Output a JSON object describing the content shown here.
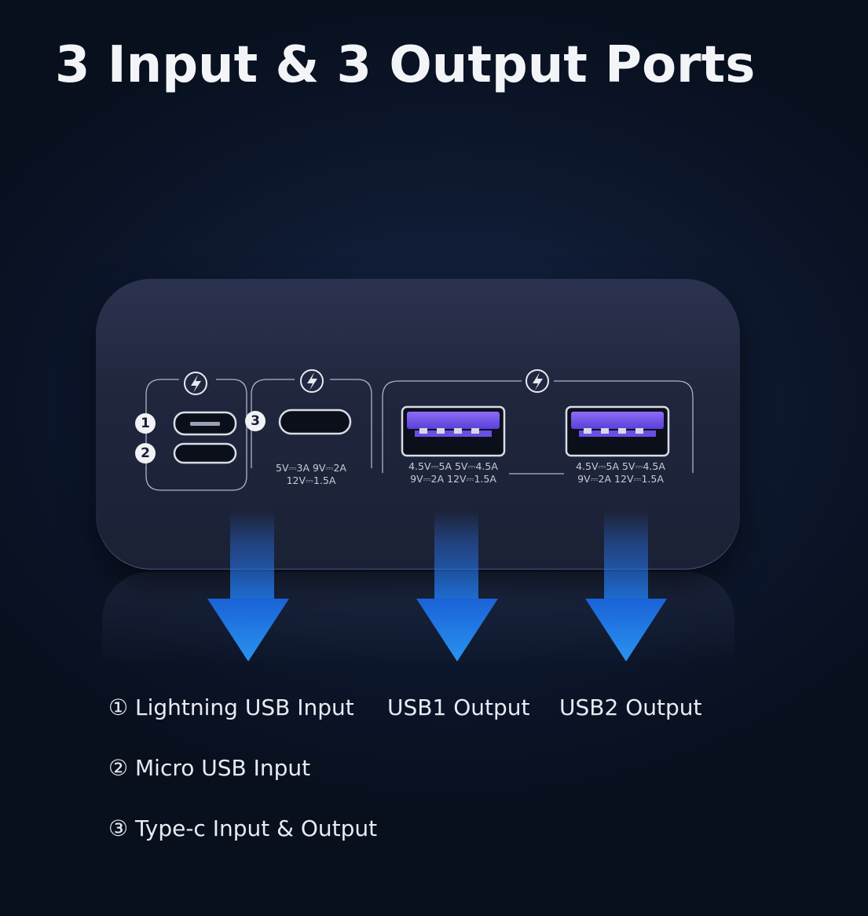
{
  "title": "3 Input & 3 Output Ports",
  "ports": {
    "n1": "1",
    "n2": "2",
    "n3": "3"
  },
  "specs": {
    "typec_line1": "5V⎓3A 9V⎓2A",
    "typec_line2": "12V⎓1.5A",
    "usb1_line1": "4.5V⎓5A  5V⎓4.5A",
    "usb1_line2": "9V⎓2A 12V⎓1.5A",
    "usb2_line1": "4.5V⎓5A  5V⎓4.5A",
    "usb2_line2": "9V⎓2A 12V⎓1.5A"
  },
  "captions": {
    "lightning": "① Lightning USB Input",
    "usb1": "USB1 Output",
    "usb2": "USB2 Output",
    "micro": "② Micro USB Input",
    "typec": "③ Type-c Input & Output"
  },
  "icons": {
    "fast_charge": "lightning-bolt-icon",
    "arrow": "down-arrow-icon"
  },
  "colors": {
    "accent_blue": "#1f7fe0",
    "usb_port_purple": "#6a4fe6"
  }
}
